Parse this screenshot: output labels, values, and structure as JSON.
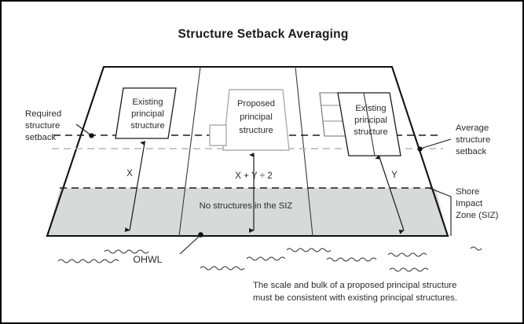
{
  "figure": {
    "title": "Structure Setback Averaging",
    "caption_line1": "The scale and bulk of a proposed principal structure",
    "caption_line2": "must be consistent with existing principal structures.",
    "border_color": "#000000",
    "background_color": "#ffffff"
  },
  "annotations": {
    "required_setback": {
      "line1": "Required",
      "line2": "structure",
      "line3": "setback"
    },
    "average_setback": {
      "line1": "Average",
      "line2": "structure",
      "line3": "setback"
    },
    "shore_impact_zone": {
      "line1": "Shore",
      "line2": "Impact",
      "line3": "Zone (SIZ)"
    },
    "ohwl": "OHWL"
  },
  "structures": [
    {
      "id": "existing-left",
      "line1": "Existing",
      "line2": "principal",
      "line3": "structure",
      "style": "dark",
      "dimension_label": "X"
    },
    {
      "id": "proposed-center",
      "line1": "Proposed",
      "line2": "principal",
      "line3": "structure",
      "style": "gray",
      "dimension_label": "X + Y ÷ 2"
    },
    {
      "id": "existing-right",
      "line1": "Existing",
      "line2": "principal",
      "line3": "structure",
      "style": "dark",
      "dimension_label": "Y"
    }
  ],
  "zones": {
    "siz_label": "No structures in the SIZ",
    "siz_fill_color": "#d8d9d9"
  },
  "colors": {
    "outline": "#111111",
    "dashed_required": "#1a1a1a",
    "dashed_average": "#b6b6b6",
    "proposed_outline": "#adadad",
    "text": "#2b2b2b"
  }
}
